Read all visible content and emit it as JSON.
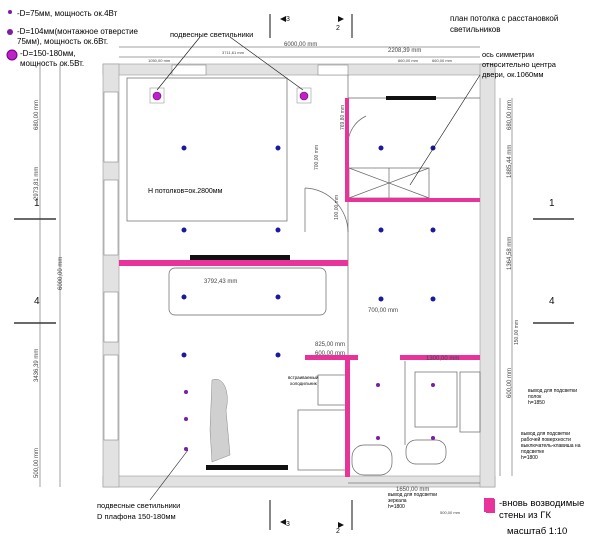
{
  "legend": {
    "item1": "-D=75мм, мощность ок.4Вт",
    "item2a": "-D=104мм(монтажное отверстие",
    "item2b": "75мм), мощность ок.6Вт.",
    "item3a": "-D=150-180мм,",
    "item3b": "мощность ок.5Вт."
  },
  "title": {
    "line1": "план потолка с расстановкой",
    "line2": "светильников"
  },
  "labels": {
    "pendant_top": "подвесные светильники",
    "ceiling_height": "Н потолков=ок.2800мм",
    "symmetry_1": "ось симметрии",
    "symmetry_2": "относительно центра",
    "symmetry_3": "двери, ок.1060мм",
    "pendant_bottom_1": "подвесные светильники",
    "pendant_bottom_2": "D плафона 150-180мм",
    "built_in": "встраиваемый",
    "built_in_2": "холодильник",
    "new_walls_1": "-вновь возводимые",
    "new_walls_2": "стены из ГК",
    "scale": "масштаб 1:10"
  },
  "notes": {
    "n1a": "вывод для подсветки",
    "n1b": "полок",
    "n1c": "h=1850",
    "n2a": "вывод для подсветки",
    "n2b": "рабочей поверхности",
    "n2c": "выключатель-клавиша на",
    "n2d": "подсветке",
    "n2e": "h=1800",
    "n3a": "вывод для подсветки",
    "n3b": "зеркала",
    "n3c": "h=1800"
  },
  "dimensions": {
    "total_width": "6000,00 mm",
    "right_width": "2208,39 mm",
    "top_mid": "3711,61 mm",
    "top_left": "1050,00 mm",
    "top_right_a": "660,00 mm",
    "top_right_b": "660,00 mm",
    "total_height": "6000,00 mm",
    "left_680": "680,00 mm",
    "left_2973": "2973,81 mm",
    "left_mid": "6000,00 mm",
    "left_3436": "3436,39 mm",
    "left_500": "500,00 mm",
    "room_3792": "3792,43 mm",
    "d_769": "769,80 mm",
    "d_700v": "700,00 mm",
    "d_100": "100,00 mm",
    "d_700h": "700,00 mm",
    "d_825": "825,00 mm",
    "d_600": "600,00 mm",
    "d_1300": "1300,00 mm",
    "d_150": "150,00 mm",
    "right_680": "680,00 mm",
    "right_1885": "1885,44 mm",
    "right_1364": "1364,58 mm",
    "right_600": "600,00 mm",
    "bottom_1650": "1650,00 mm",
    "bottom_small_a": "500,00",
    "bottom_small_b": "500,00 mm"
  },
  "section_marks": {
    "left_num": "1",
    "right_num": "1",
    "left_4": "4",
    "right_4": "4",
    "top_3": "3",
    "top_2": "2",
    "bottom_3": "3",
    "bottom_2": "2"
  },
  "colors": {
    "new_wall": "#e8339a",
    "spot": "#1a1a9e",
    "spot_purple": "#7a1fa0",
    "legend_purple": "#c020c8",
    "wall": "#dcdcdc",
    "line": "#555555"
  }
}
